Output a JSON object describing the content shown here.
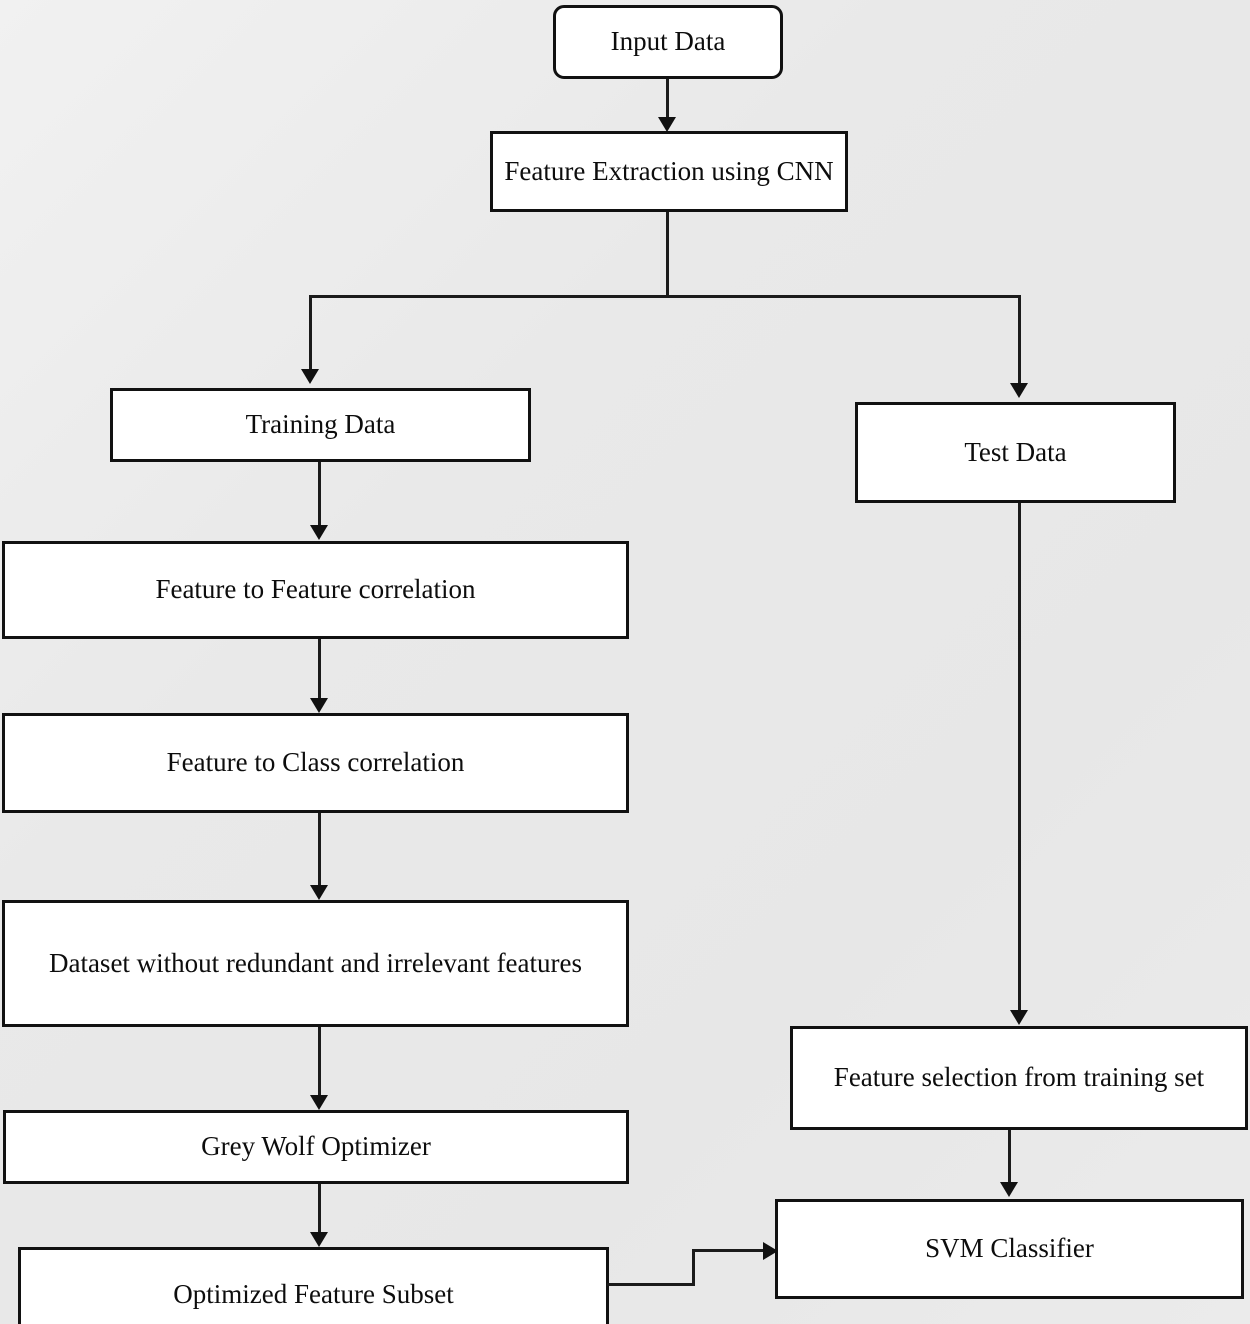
{
  "diagram": {
    "title": "CNN feature extraction with correlation-based filtering, Grey Wolf Optimizer and SVM classification pipeline",
    "background_color": "#e9e9e9",
    "box_fill": "#ffffff",
    "line_color": "#111111"
  },
  "nodes": {
    "input_data": {
      "label": "Input Data",
      "shape": "rounded-rectangle"
    },
    "feature_extraction": {
      "label": "Feature Extraction using CNN",
      "shape": "rectangle"
    },
    "training_data": {
      "label": "Training Data",
      "shape": "rectangle"
    },
    "test_data": {
      "label": "Test Data",
      "shape": "rectangle"
    },
    "feature_to_feature": {
      "label": "Feature to Feature correlation",
      "shape": "rectangle"
    },
    "feature_to_class": {
      "label": "Feature to Class correlation",
      "shape": "rectangle"
    },
    "clean_dataset": {
      "label": "Dataset without redundant and irrelevant features",
      "shape": "rectangle"
    },
    "grey_wolf": {
      "label": "Grey Wolf Optimizer",
      "shape": "rectangle"
    },
    "optimized_subset": {
      "label": "Optimized Feature Subset",
      "shape": "rectangle"
    },
    "feature_selection": {
      "label": "Feature selection from training set",
      "shape": "rectangle"
    },
    "svm_classifier": {
      "label": "SVM Classifier",
      "shape": "rectangle"
    }
  },
  "edges": [
    {
      "from": "input_data",
      "to": "feature_extraction",
      "type": "straight-arrow"
    },
    {
      "from": "feature_extraction",
      "to": "training_data",
      "type": "split-arrow"
    },
    {
      "from": "feature_extraction",
      "to": "test_data",
      "type": "split-arrow"
    },
    {
      "from": "training_data",
      "to": "feature_to_feature",
      "type": "straight-arrow"
    },
    {
      "from": "feature_to_feature",
      "to": "feature_to_class",
      "type": "straight-arrow"
    },
    {
      "from": "feature_to_class",
      "to": "clean_dataset",
      "type": "straight-arrow"
    },
    {
      "from": "clean_dataset",
      "to": "grey_wolf",
      "type": "straight-arrow"
    },
    {
      "from": "grey_wolf",
      "to": "optimized_subset",
      "type": "straight-arrow"
    },
    {
      "from": "test_data",
      "to": "feature_selection",
      "type": "straight-arrow"
    },
    {
      "from": "feature_selection",
      "to": "svm_classifier",
      "type": "straight-arrow"
    },
    {
      "from": "optimized_subset",
      "to": "svm_classifier",
      "type": "stepped-arrow"
    }
  ]
}
